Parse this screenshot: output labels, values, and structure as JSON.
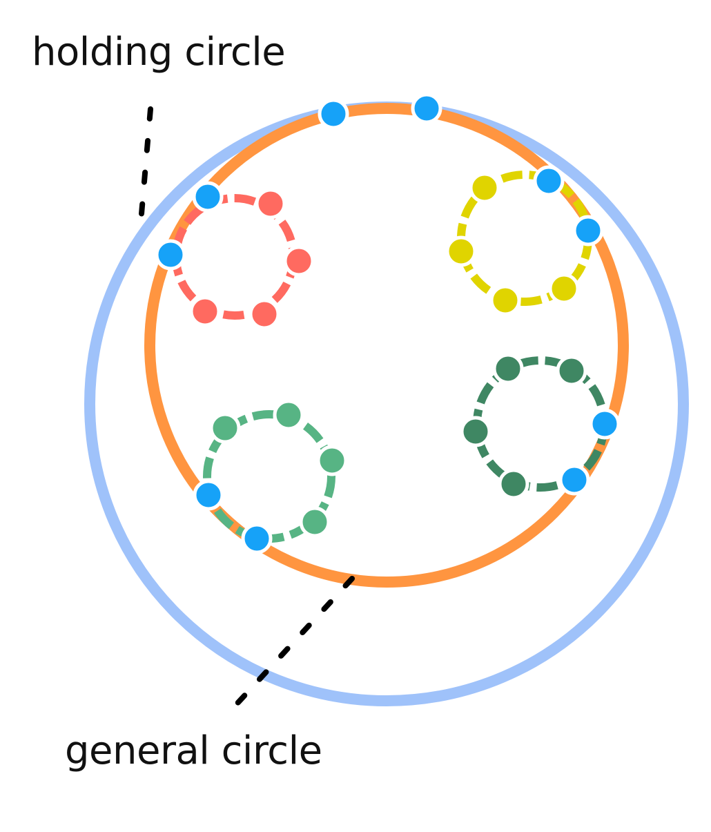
{
  "labels": {
    "holding": "holding circle",
    "general": "general circle"
  },
  "colors": {
    "general_circle": "#9fc2fa",
    "holding_circle": "#ff9540",
    "shared_node": "#16a2f8",
    "red_group": "#ff6a60",
    "yellow_group": "#e0d400",
    "light_green_group": "#57b484",
    "dark_green_group": "#3f8763",
    "leader_line": "#000000"
  },
  "groups": [
    {
      "name": "red-group",
      "color_key": "red_group",
      "members": 6,
      "shared_members": 2
    },
    {
      "name": "yellow-group",
      "color_key": "yellow_group",
      "members": 6,
      "shared_members": 2
    },
    {
      "name": "light-green-group",
      "color_key": "light_green_group",
      "members": 6,
      "shared_members": 2
    },
    {
      "name": "dark-green-group",
      "color_key": "dark_green_group",
      "members": 6,
      "shared_members": 2
    }
  ],
  "holding_circle_top_nodes": 2
}
